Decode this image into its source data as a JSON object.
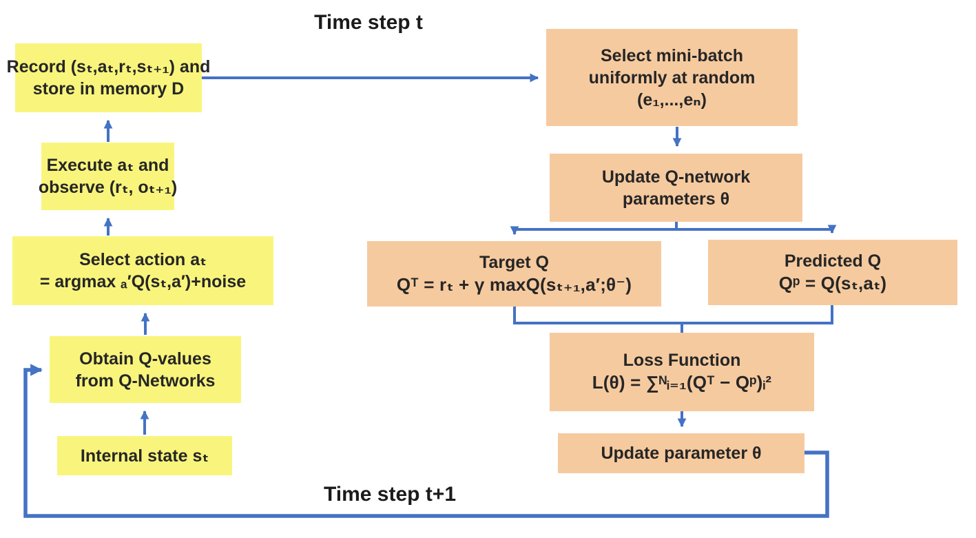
{
  "titles": {
    "top": "Time step t",
    "bottom": "Time step t+1"
  },
  "agent_loop": {
    "internal_state": {
      "line1": "Internal state sₜ"
    },
    "obtain_q": {
      "line1": "Obtain Q-values",
      "line2": "from Q-Networks"
    },
    "select_action": {
      "line1": "Select action aₜ",
      "line2": "= argmax ₐ′Q(sₜ,a′)+noise"
    },
    "execute": {
      "line1": "Execute aₜ and",
      "line2": "observe (rₜ, oₜ₊₁)"
    },
    "record": {
      "line1": "Record (sₜ,aₜ,rₜ,sₜ₊₁) and",
      "line2": "store in memory D"
    }
  },
  "training_loop": {
    "minibatch": {
      "line1": "Select mini-batch",
      "line2": "uniformly at random",
      "line3": "(e₁,...,eₙ)"
    },
    "update_qnetwork": {
      "line1": "Update Q-network",
      "line2": "parameters θ"
    },
    "target_q": {
      "line1": "Target Q",
      "line2": "Qᵀ = rₜ + γ maxQ(sₜ₊₁,a′;θ⁻)"
    },
    "predicted_q": {
      "line1": "Predicted Q",
      "line2": "Qᵖ = Q(sₜ,aₜ)"
    },
    "loss_function": {
      "line1": "Loss Function",
      "line2": "L(θ) = ∑ᴺᵢ₌₁(Qᵀ − Qᵖ)ᵢ²"
    },
    "update_parameter": {
      "line1": "Update parameter θ"
    }
  },
  "colors": {
    "yellow_box": "#F9F57C",
    "orange_box": "#F6CA9F",
    "connector_blue": "#4472C4",
    "text": "#262626",
    "background": "#FFFFFF"
  }
}
